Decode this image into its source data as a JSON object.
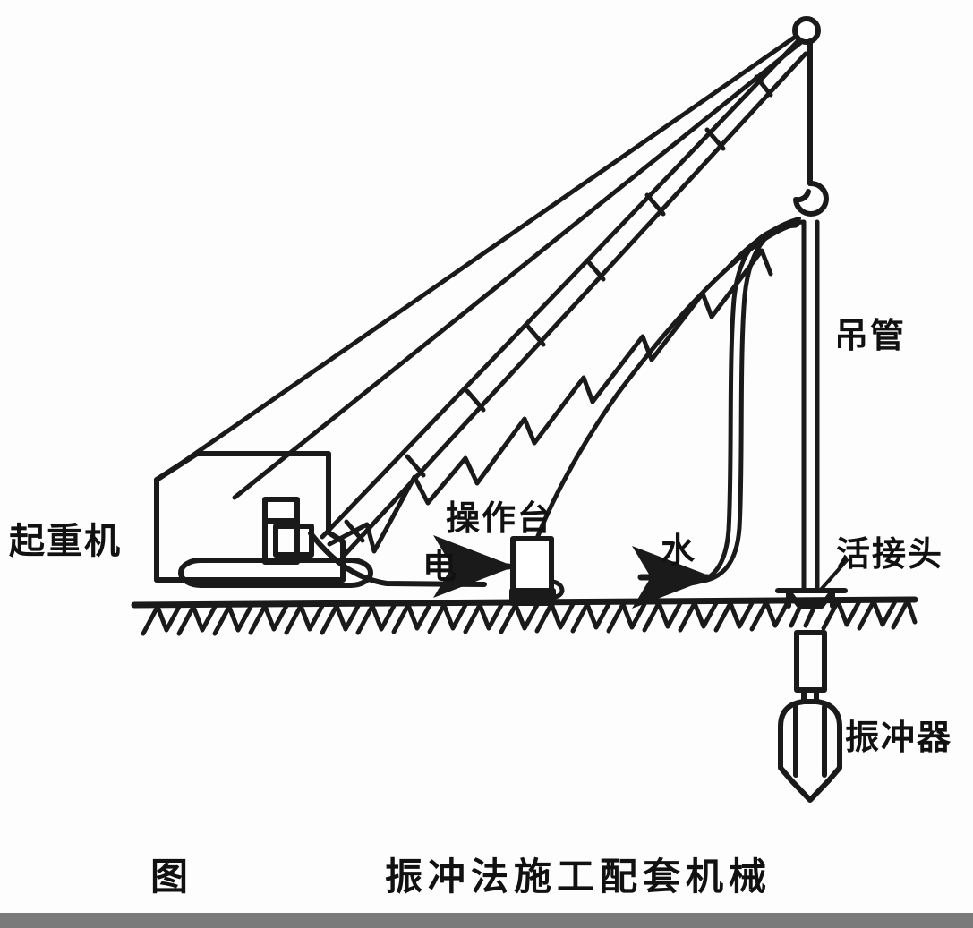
{
  "figure": {
    "caption_prefix": "图",
    "caption_title": "振冲法施工配套机械",
    "background_color": "#fdfdfd",
    "ink_color": "#1a1a1a",
    "bottom_bar_color": "#7a7a7a"
  },
  "labels": {
    "crane": "起重机",
    "console": "操作台",
    "electricity": "电",
    "water": "水",
    "hanging_pipe": "吊管",
    "union_joint": "活接头",
    "vibroflot": "振冲器"
  },
  "diagram": {
    "type": "engineering-schematic",
    "subject": "vibroflotation construction equipment set",
    "components": [
      {
        "name": "crawler-crane",
        "label": "起重机",
        "position": "left"
      },
      {
        "name": "lattice-boom",
        "label": "",
        "position": "diagonal-center"
      },
      {
        "name": "boom-tip-sheave",
        "label": "",
        "position": "top-right"
      },
      {
        "name": "control-console",
        "label": "操作台",
        "position": "center-ground"
      },
      {
        "name": "power-cable",
        "label": "电",
        "position": "center-ground"
      },
      {
        "name": "water-hose",
        "label": "水",
        "position": "right-ground"
      },
      {
        "name": "hanging-pipe",
        "label": "吊管",
        "position": "right"
      },
      {
        "name": "union-joint",
        "label": "活接头",
        "position": "right-ground"
      },
      {
        "name": "vibroflot",
        "label": "振冲器",
        "position": "below-ground"
      },
      {
        "name": "ground-line",
        "label": "",
        "position": "horizontal"
      }
    ]
  }
}
